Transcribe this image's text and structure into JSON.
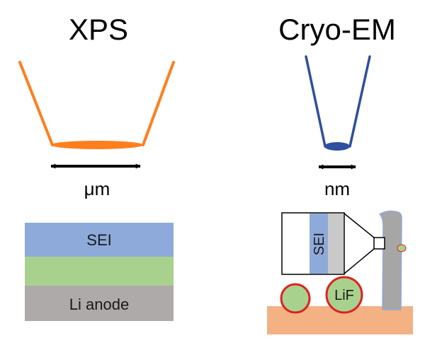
{
  "panels": {
    "xps": {
      "title": "XPS",
      "scale_label": "μm",
      "layers": {
        "sei": "SEI",
        "middle": "",
        "anode": "Li anode"
      }
    },
    "cryo": {
      "title": "Cryo-EM",
      "scale_label": "nm",
      "inset_label": "SEI",
      "particle_label": "LiF"
    }
  },
  "colors": {
    "xps_beam": "#ff7f1e",
    "cryo_beam": "#2f4f9f",
    "sei_blue": "#8eaadb",
    "green_layer": "#a9d18e",
    "anode_gray": "#aeaaaa",
    "substrate_orange": "#f4b183",
    "particle_red": "#e02020",
    "pillar_gray": "#a6a6a6",
    "pillar_edge": "#8eaadb",
    "inset_gray": "#c9c9c9"
  }
}
